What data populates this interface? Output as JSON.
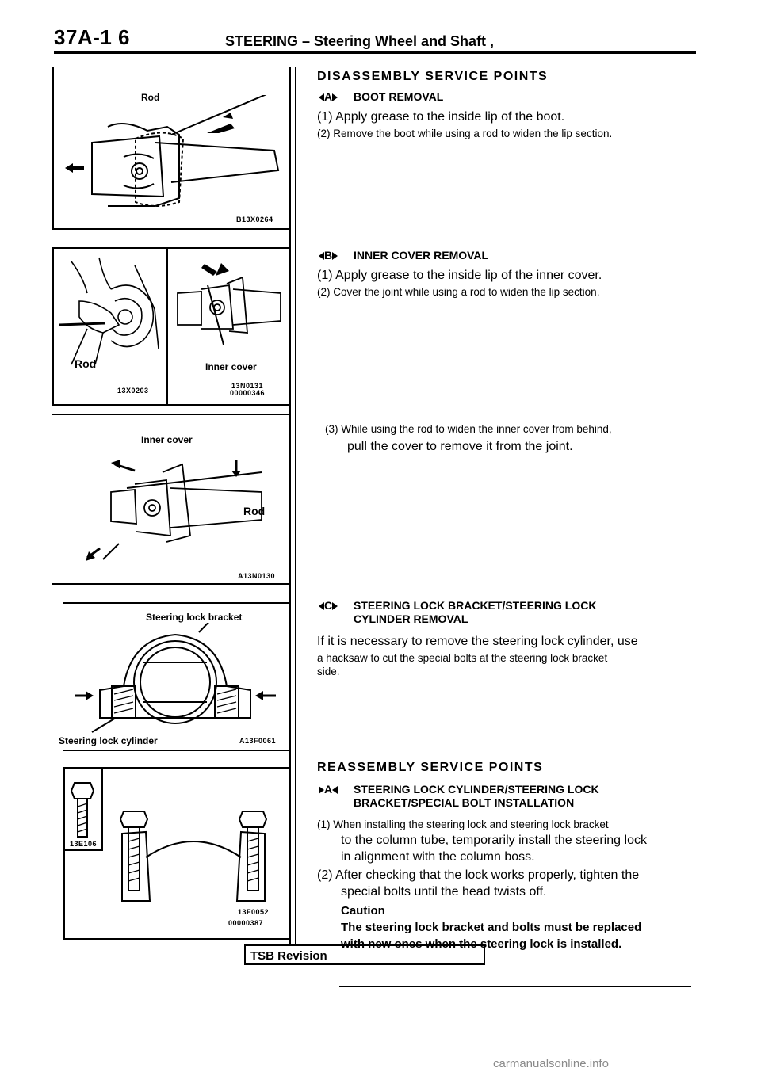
{
  "header": {
    "page_number": "37A-1 6",
    "title": "STEERING – Steering Wheel and Shaft ,"
  },
  "figures": {
    "fig1": {
      "label_rod": "Rod",
      "code": "B13X0264"
    },
    "fig2a": {
      "label_rod": "Rod",
      "code": "13X0203"
    },
    "fig2b": {
      "label": "Inner cover",
      "code1": "13N0131",
      "code2": "00000346"
    },
    "fig3": {
      "label_cover": "Inner cover",
      "label_rod": "Rod",
      "code": "A13N0130"
    },
    "fig4": {
      "label_bracket": "Steering lock bracket",
      "label_cylinder": "Steering lock cylinder",
      "code": "A13F0061"
    },
    "fig5": {
      "code_bolt": "13E106",
      "code_a": "13F0052",
      "code_b": "00000387"
    }
  },
  "disassembly": {
    "title": "DISASSEMBLY SERVICE POINTS",
    "a": {
      "mark": "A",
      "heading": "BOOT REMOVAL",
      "step1": "(1) Apply grease to the inside lip of the boot.",
      "step2": "(2) Remove the boot while using a rod to widen the lip section."
    },
    "b": {
      "mark": "B",
      "heading": "INNER COVER REMOVAL",
      "step1": "(1) Apply grease to the inside lip of the inner cover.",
      "step2": "(2) Cover the joint while using a rod to widen the lip section.",
      "step3_line1": "(3) While using the rod to widen the inner cover from behind,",
      "step3_line2": "pull the cover to remove it from the joint."
    },
    "c": {
      "mark": "C",
      "heading_line1": "STEERING LOCK BRACKET/STEERING LOCK",
      "heading_line2": "CYLINDER REMOVAL",
      "text_line1": "If it is necessary to remove the steering lock cylinder, use",
      "text_line2": "a hacksaw to cut the special bolts at the steering lock bracket",
      "text_line3": "side."
    }
  },
  "reassembly": {
    "title": "REASSEMBLY SERVICE POINTS",
    "a": {
      "mark": "A",
      "heading_line1": "STEERING LOCK CYLINDER/STEERING LOCK",
      "heading_line2": "BRACKET/SPECIAL BOLT INSTALLATION",
      "step1_line1": "(1) When installing the steering lock and steering lock bracket",
      "step1_line2": "to the column tube, temporarily install the steering lock",
      "step1_line3": "in alignment with the column boss.",
      "step2_line1": "(2) After checking that the lock works properly, tighten the",
      "step2_line2": "special bolts until the head twists off.",
      "caution_heading": "Caution",
      "caution_line1": "The steering lock bracket and bolts must be replaced",
      "caution_line2": "with new ones when the steering lock is installed."
    }
  },
  "footer": {
    "tsb": "TSB Revision",
    "watermark": "carmanualsonline.info"
  }
}
